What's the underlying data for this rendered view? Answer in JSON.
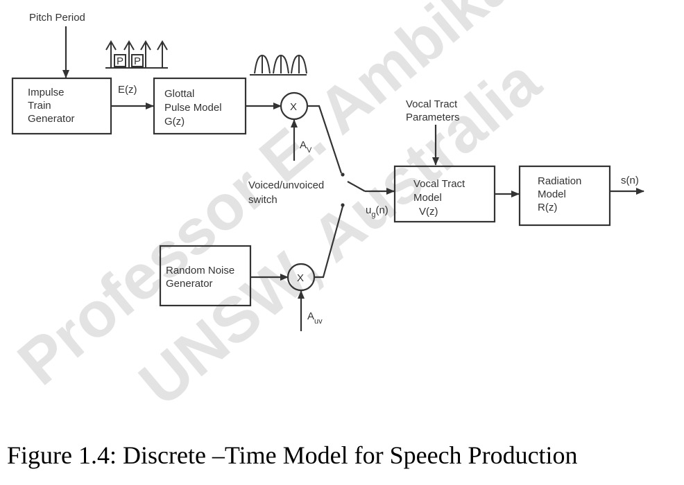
{
  "watermark": {
    "line1": "Professor E. Ambikairajah",
    "line2": "UNSW, Australia"
  },
  "labels": {
    "pitch_period": "Pitch Period",
    "impulse_l1": "Impulse",
    "impulse_l2": "Train",
    "impulse_l3": "Generator",
    "ez": "E(z)",
    "glottal_l1": "Glottal",
    "glottal_l2": "Pulse Model",
    "glottal_l3": "G(z)",
    "p1": "P",
    "p2": "P",
    "mult1": "X",
    "mult2": "X",
    "av_main": "A",
    "av_sub": "V",
    "auv_main": "A",
    "auv_sub": "uv",
    "switch_l1": "Voiced/unvoiced",
    "switch_l2": "switch",
    "vtp_l1": "Vocal Tract",
    "vtp_l2": "Parameters",
    "vt_l1": "Vocal Tract",
    "vt_l2": "Model",
    "vt_l3": "V(z)",
    "ug_main": "u",
    "ug_sub": "g",
    "ug_arg": "(n)",
    "rad_l1": "Radiation",
    "rad_l2": "Model",
    "rad_l3": "R(z)",
    "sn": "s(n)",
    "noise_l1": "Random Noise",
    "noise_l2": "Generator"
  },
  "caption": "Figure 1.4: Discrete –Time Model for Speech Production"
}
